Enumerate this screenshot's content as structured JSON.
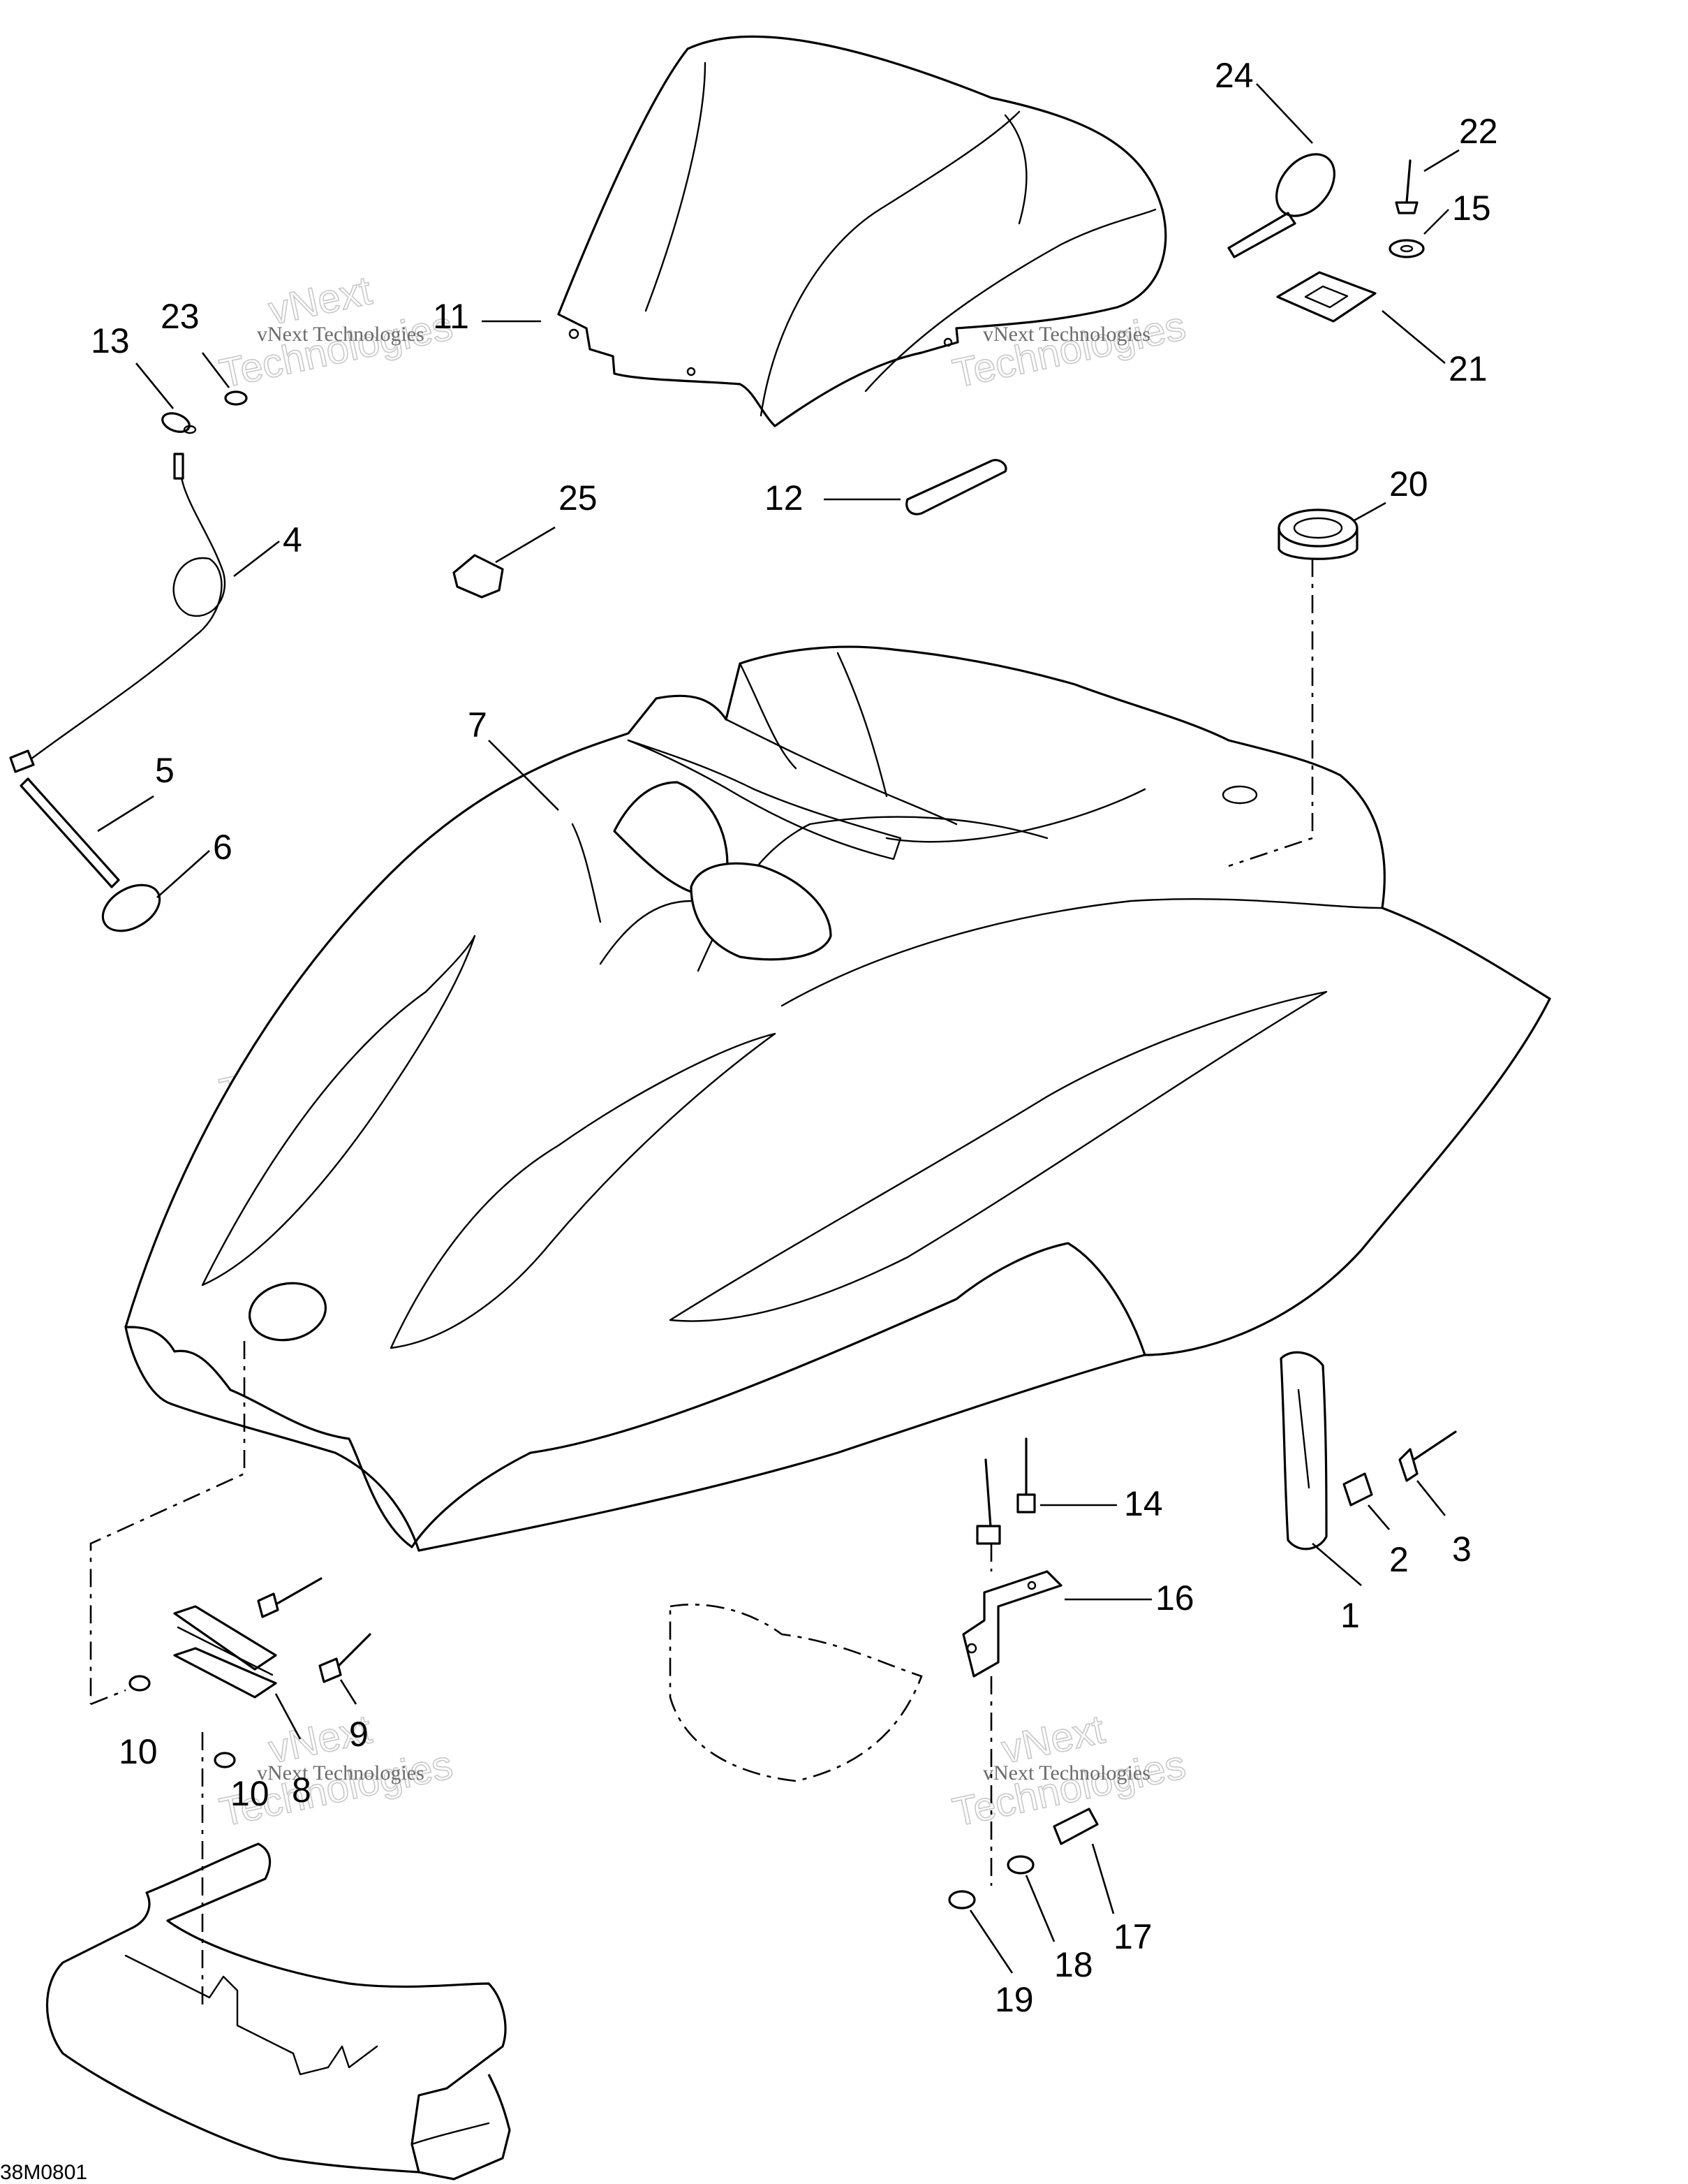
{
  "diagram": {
    "code": "38M0801",
    "watermark": {
      "line1": "vNext Technologies",
      "line2": "vNext",
      "line3": "Technologies"
    },
    "callouts": [
      {
        "id": "c24",
        "label": "24"
      },
      {
        "id": "c22",
        "label": "22"
      },
      {
        "id": "c15",
        "label": "15"
      },
      {
        "id": "c21",
        "label": "21"
      },
      {
        "id": "c23",
        "label": "23"
      },
      {
        "id": "c13",
        "label": "13"
      },
      {
        "id": "c11",
        "label": "11"
      },
      {
        "id": "c12",
        "label": "12"
      },
      {
        "id": "c25",
        "label": "25"
      },
      {
        "id": "c20",
        "label": "20"
      },
      {
        "id": "c4",
        "label": "4"
      },
      {
        "id": "c5",
        "label": "5"
      },
      {
        "id": "c6",
        "label": "6"
      },
      {
        "id": "c7",
        "label": "7"
      },
      {
        "id": "c14",
        "label": "14"
      },
      {
        "id": "c16",
        "label": "16"
      },
      {
        "id": "c1",
        "label": "1"
      },
      {
        "id": "c2",
        "label": "2"
      },
      {
        "id": "c3",
        "label": "3"
      },
      {
        "id": "c9",
        "label": "9"
      },
      {
        "id": "c10a",
        "label": "10"
      },
      {
        "id": "c10b",
        "label": "10"
      },
      {
        "id": "c8",
        "label": "8"
      },
      {
        "id": "c17",
        "label": "17"
      },
      {
        "id": "c18",
        "label": "18"
      },
      {
        "id": "c19",
        "label": "19"
      }
    ]
  }
}
